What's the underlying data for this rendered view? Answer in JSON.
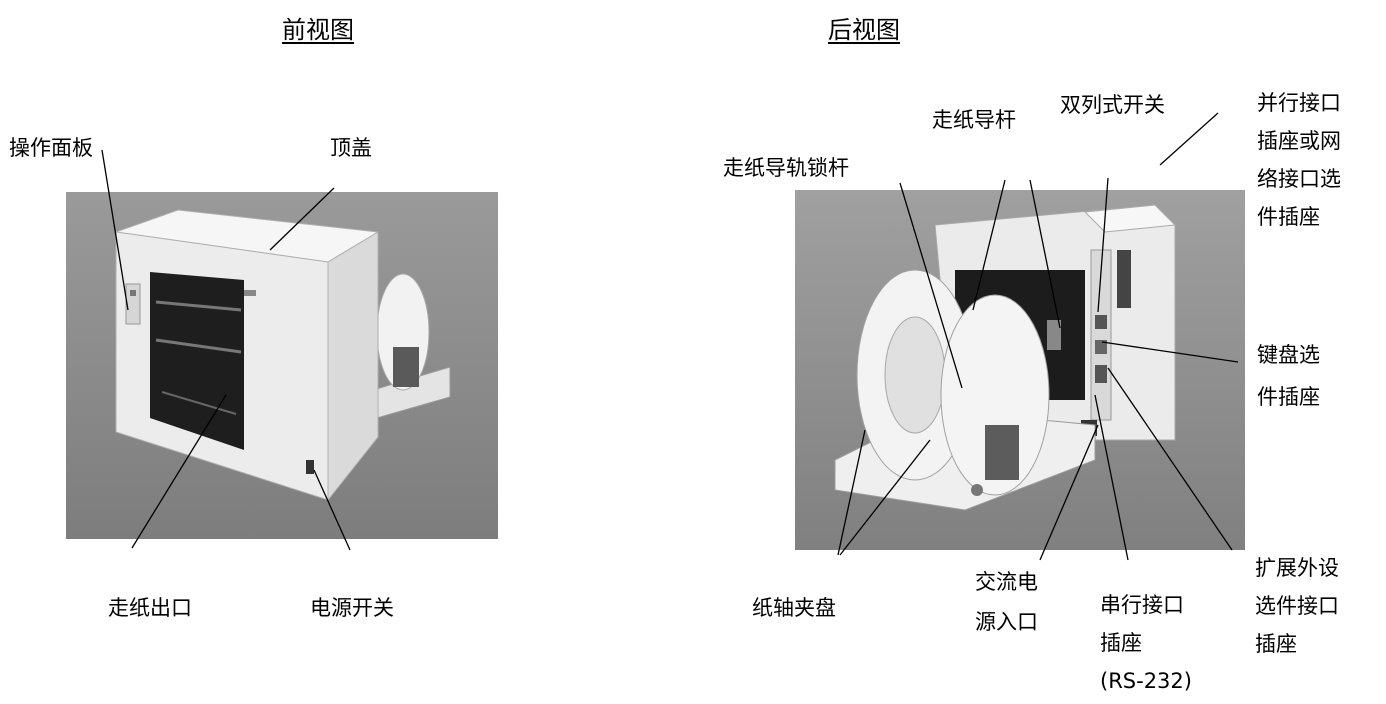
{
  "titles": {
    "front": "前视图",
    "rear": "后视图"
  },
  "front_labels": {
    "operation_panel": "操作面板",
    "top_cover": "顶盖",
    "paper_exit": "走纸出口",
    "power_switch": "电源开关"
  },
  "rear_labels": {
    "guide_lock_lever": "走纸导轨锁杆",
    "paper_guide": "走纸导杆",
    "dip_switch": "双列式开关",
    "parallel_slot": [
      "并行接口",
      "插座或网",
      "络接口选",
      "件插座"
    ],
    "keyboard_slot": [
      "键盘选",
      "件插座"
    ],
    "expansion_slot": [
      "扩展外设",
      "选件接口",
      "插座"
    ],
    "serial_port": [
      "串行接口",
      "插座",
      "(RS-232)"
    ],
    "ac_inlet": [
      "交流电",
      "源入口"
    ],
    "spindle_holder": "纸轴夹盘"
  },
  "colors": {
    "photo_background": "#8f8f8f",
    "printer_body": "#ededed"
  }
}
